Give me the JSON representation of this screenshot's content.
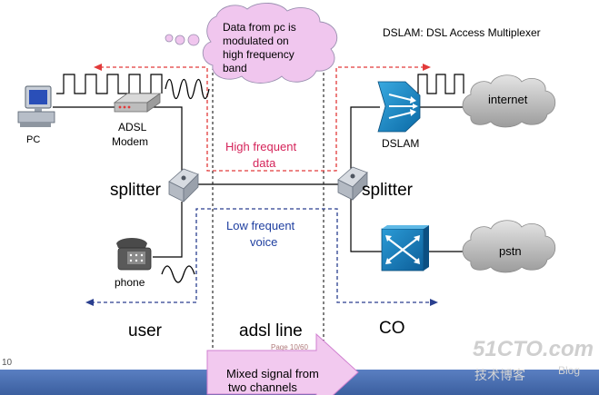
{
  "cloud_note": [
    "Data from pc is",
    "modulated on",
    "high frequency",
    "band"
  ],
  "dslam_legend": "DSLAM:  DSL Access Multiplexer",
  "pc_label": "PC",
  "modem_label": [
    "ADSL",
    "Modem"
  ],
  "phone_label": "phone",
  "dslam_label": "DSLAM",
  "internet_label": "internet",
  "pstn_label": "pstn",
  "splitter_left": "splitter",
  "splitter_right": "splitter",
  "high_band": [
    "High frequent",
    "data"
  ],
  "low_band": [
    "Low frequent",
    "voice"
  ],
  "user_label": "user",
  "line_label": "adsl line",
  "co_label": "CO",
  "mixed_callout": [
    "Mixed signal from",
    "two channels"
  ],
  "page_partial": "Page 10/60",
  "slide_number": "10",
  "watermark": [
    "51CTO.com",
    "技术博客",
    "Blog"
  ],
  "colors": {
    "high_band": "#d5245a",
    "low_band": "#1f3fa0",
    "dash_red": "#e23a3a",
    "dash_blue": "#2a3f8f",
    "cloud_pink": "#f0c6ee",
    "callout": "#f2c9ef",
    "slide_bar": "#4a6fb4"
  }
}
